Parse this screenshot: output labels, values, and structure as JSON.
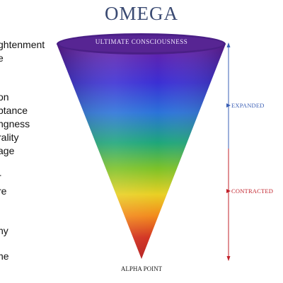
{
  "title": "OMEGA",
  "cone": {
    "top_label": "ULTIMATE CONSCIOUSNESS",
    "bottom_label": "ALPHA POINT"
  },
  "scale": {
    "upper_label": "EXPANDED",
    "lower_label": "CONTRACTED"
  },
  "left_list": [
    "ghtenment",
    "e",
    "on",
    "ptance",
    "ngness",
    "rality",
    "age",
    "r",
    "re",
    "hy",
    "ne"
  ],
  "colors": {
    "title": "#3a4a72",
    "rim": "#4a1f86",
    "scale_upper": "#3b5fb5",
    "scale_lower": "#c0202a",
    "gradient": [
      "#6a1fa3",
      "#3b2fd4",
      "#2b73d9",
      "#1ea67a",
      "#7dc228",
      "#e9d024",
      "#f28a1c",
      "#d23220",
      "#b41e1e"
    ]
  }
}
